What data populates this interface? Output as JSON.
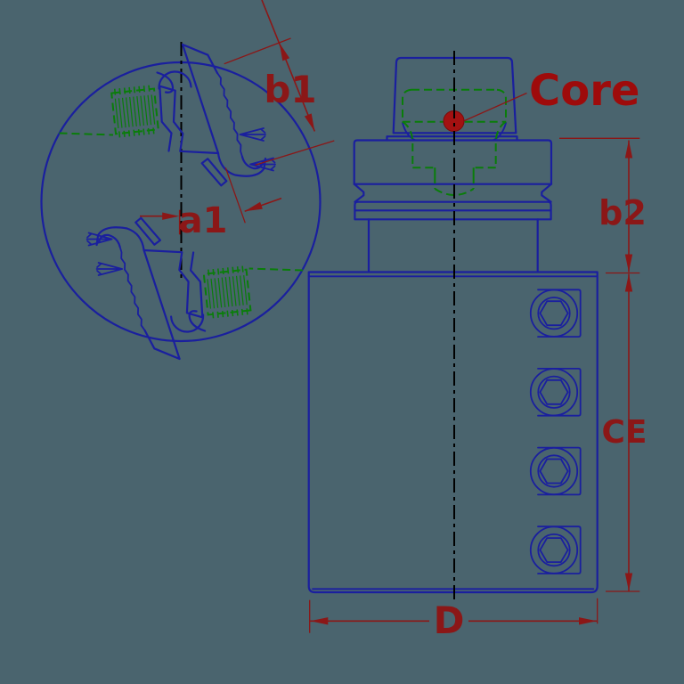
{
  "drawing": {
    "type": "technical-cad-drawing",
    "subject": "tool holder with cutter head, front view and side section view"
  },
  "labels": {
    "blade_length": "b1",
    "blade_offset": "a1",
    "core": "Core",
    "shank_gauge_length": "b2",
    "body_length": "CE",
    "body_diameter": "D"
  },
  "colors": {
    "background": "#4A646E",
    "line_blue": "#1A1F9E",
    "hidden_detail_green": "#0A7D0A",
    "centerline_black": "#000000",
    "dimension_red": "#8B1717",
    "core_text_red": "#9E0B0B",
    "core_dot_red": "#A31111"
  }
}
